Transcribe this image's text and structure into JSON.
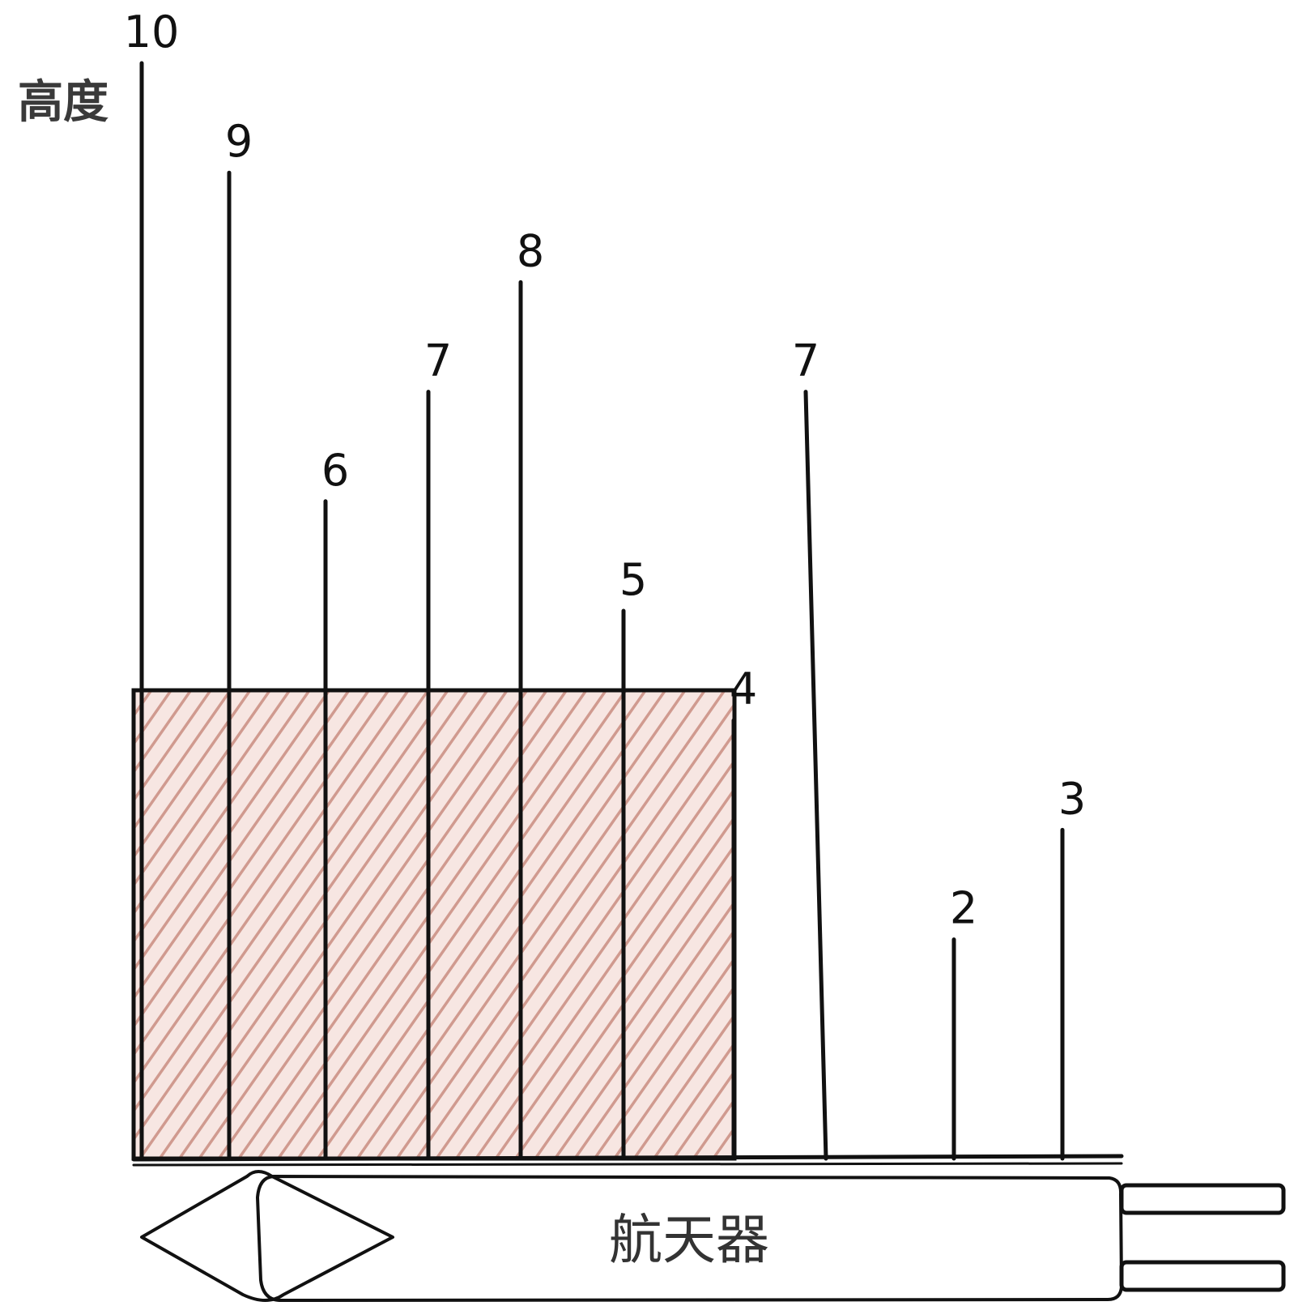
{
  "y_axis_label": "高度",
  "spacecraft_label": "航天器",
  "colors": {
    "ink": "#111111",
    "hatch": "#d09a8f",
    "hatch_fill": "#f3dcd6",
    "label": "#3a3a3a"
  },
  "chart_data": {
    "type": "bar",
    "values": [
      10,
      9,
      6,
      7,
      8,
      5,
      4,
      7,
      2,
      3
    ],
    "bar_labels": [
      "10",
      "9",
      "6",
      "7",
      "8",
      "5",
      "4",
      "7",
      "2",
      "3"
    ],
    "highlight_band": {
      "from_index": 0,
      "to_index": 6,
      "height": 4
    }
  }
}
